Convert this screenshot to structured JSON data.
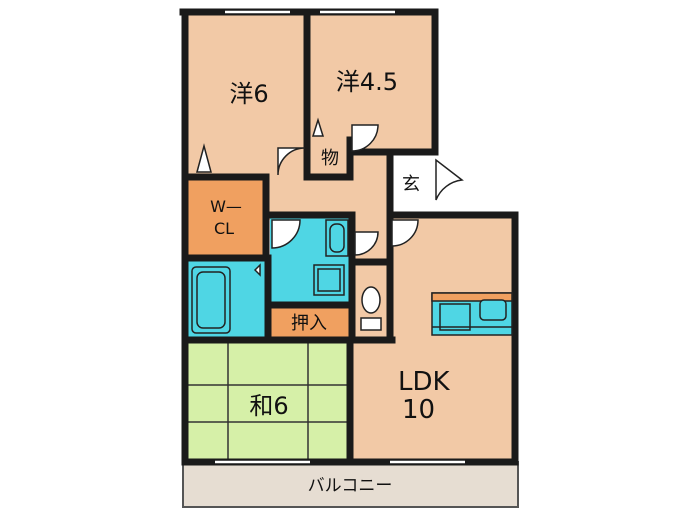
{
  "rooms": {
    "western_a": {
      "label": "洋6"
    },
    "western_b": {
      "label": "洋4.5"
    },
    "storage": {
      "label": "物"
    },
    "entrance": {
      "label": "玄"
    },
    "walk_in_closet": {
      "line1": "W—",
      "line2": "CL"
    },
    "closet": {
      "label": "押入"
    },
    "japanese": {
      "label": "和6"
    },
    "ldk": {
      "line1": "LDK",
      "line2": "10"
    },
    "balcony": {
      "label": "バルコニー"
    }
  },
  "colors": {
    "wood_floor": "#f2c9a6",
    "accent_orange": "#f0a060",
    "wet_area_cyan": "#4fd6e4",
    "tatami_green": "#d6f0a8",
    "balcony_gray": "#e6ddd2",
    "wall": "#1a1a1a"
  }
}
